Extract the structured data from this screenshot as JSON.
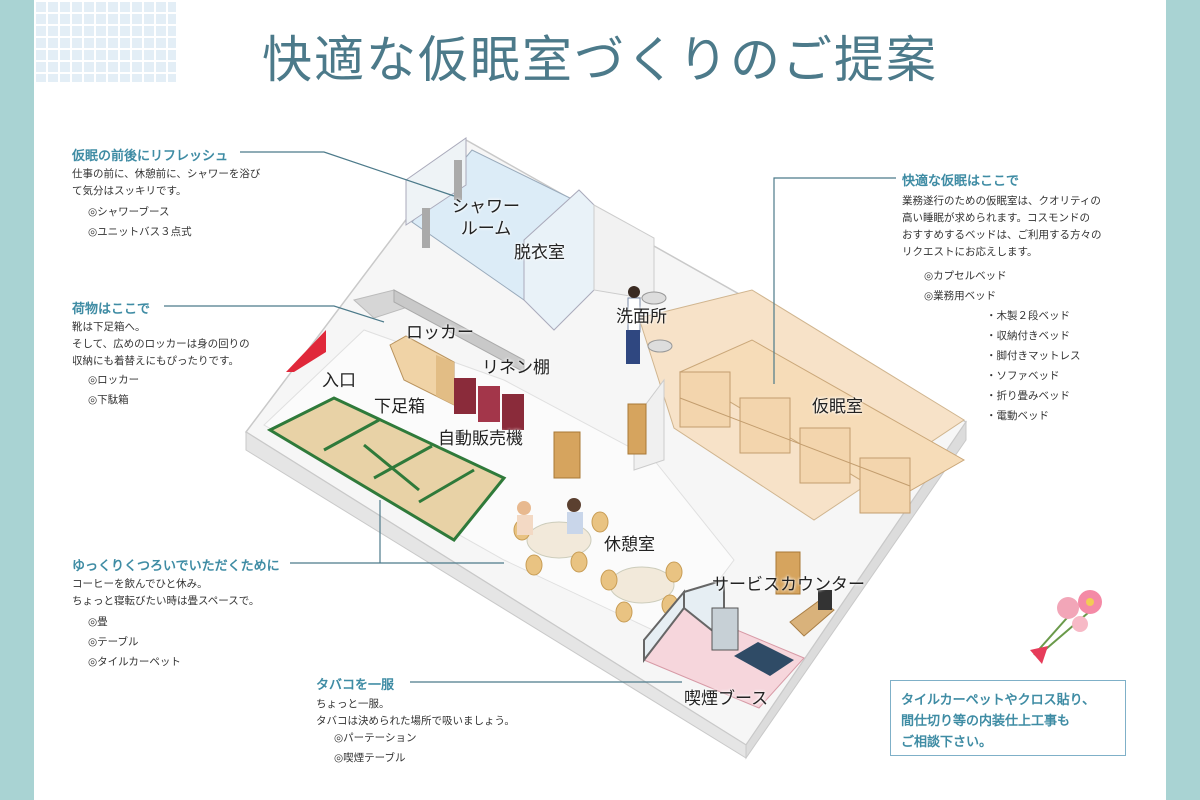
{
  "title": "快適な仮眠室づくりのご提案",
  "colors": {
    "accent": "#3f8ca4",
    "frame": "#a9d3d3",
    "floor": "#f7e2c8",
    "tatami": "#e8d2a6",
    "smoking_floor": "#f6d6dc"
  },
  "sections": {
    "refresh": {
      "title": "仮眠の前後にリフレッシュ",
      "desc": [
        "仕事の前に、休憩前に、シャワーを浴び",
        "て気分はスッキリです。"
      ],
      "items": [
        "◎シャワーブース",
        "◎ユニットバス３点式"
      ]
    },
    "luggage": {
      "title": "荷物はここで",
      "desc": [
        "靴は下足箱へ。",
        "そして、広めのロッカーは身の回りの",
        "収納にも着替えにもぴったりです。"
      ],
      "items": [
        "◎ロッカー",
        "◎下駄箱"
      ]
    },
    "relax": {
      "title": "ゆっくりくつろいでいただくために",
      "desc": [
        "コーヒーを飲んでひと休み。",
        "ちょっと寝転びたい時は畳スペースで。"
      ],
      "items": [
        "◎畳",
        "◎テーブル",
        "◎タイルカーペット"
      ]
    },
    "tobacco": {
      "title": "タバコを一服",
      "desc": [
        "ちょっと一服。",
        "タバコは決められた場所で吸いましょう。"
      ],
      "items": [
        "◎パーテーション",
        "◎喫煙テーブル"
      ]
    },
    "sleep": {
      "title": "快適な仮眠はここで",
      "desc": [
        "業務遂行のための仮眠室は、クオリティの",
        "高い睡眠が求められます。コスモンドの",
        "おすすめするベッドは、ご利用する方々の",
        "リクエストにお応えします。"
      ],
      "items": [
        "◎カプセルベッド",
        "◎業務用ベッド"
      ],
      "sub_items": [
        "・木製２段ベッド",
        "・収納付きベッド",
        "・脚付きマットレス",
        "・ソファベッド",
        "・折り畳みベッド",
        "・電動ベッド"
      ]
    }
  },
  "rooms": {
    "shower": [
      "シャワー",
      "ルーム"
    ],
    "dressing": "脱衣室",
    "washroom": "洗面所",
    "locker": "ロッカー",
    "linen": "リネン棚",
    "entrance": "入口",
    "shoe_box": "下足箱",
    "vending": "自動販売機",
    "nap_room": "仮眠室",
    "lounge": "休憩室",
    "service_counter": "サービスカウンター",
    "smoking_booth": "喫煙ブース"
  },
  "notice": [
    "タイルカーペットやクロス貼り、",
    "間仕切り等の内装仕上工事も",
    "ご相談下さい。"
  ]
}
